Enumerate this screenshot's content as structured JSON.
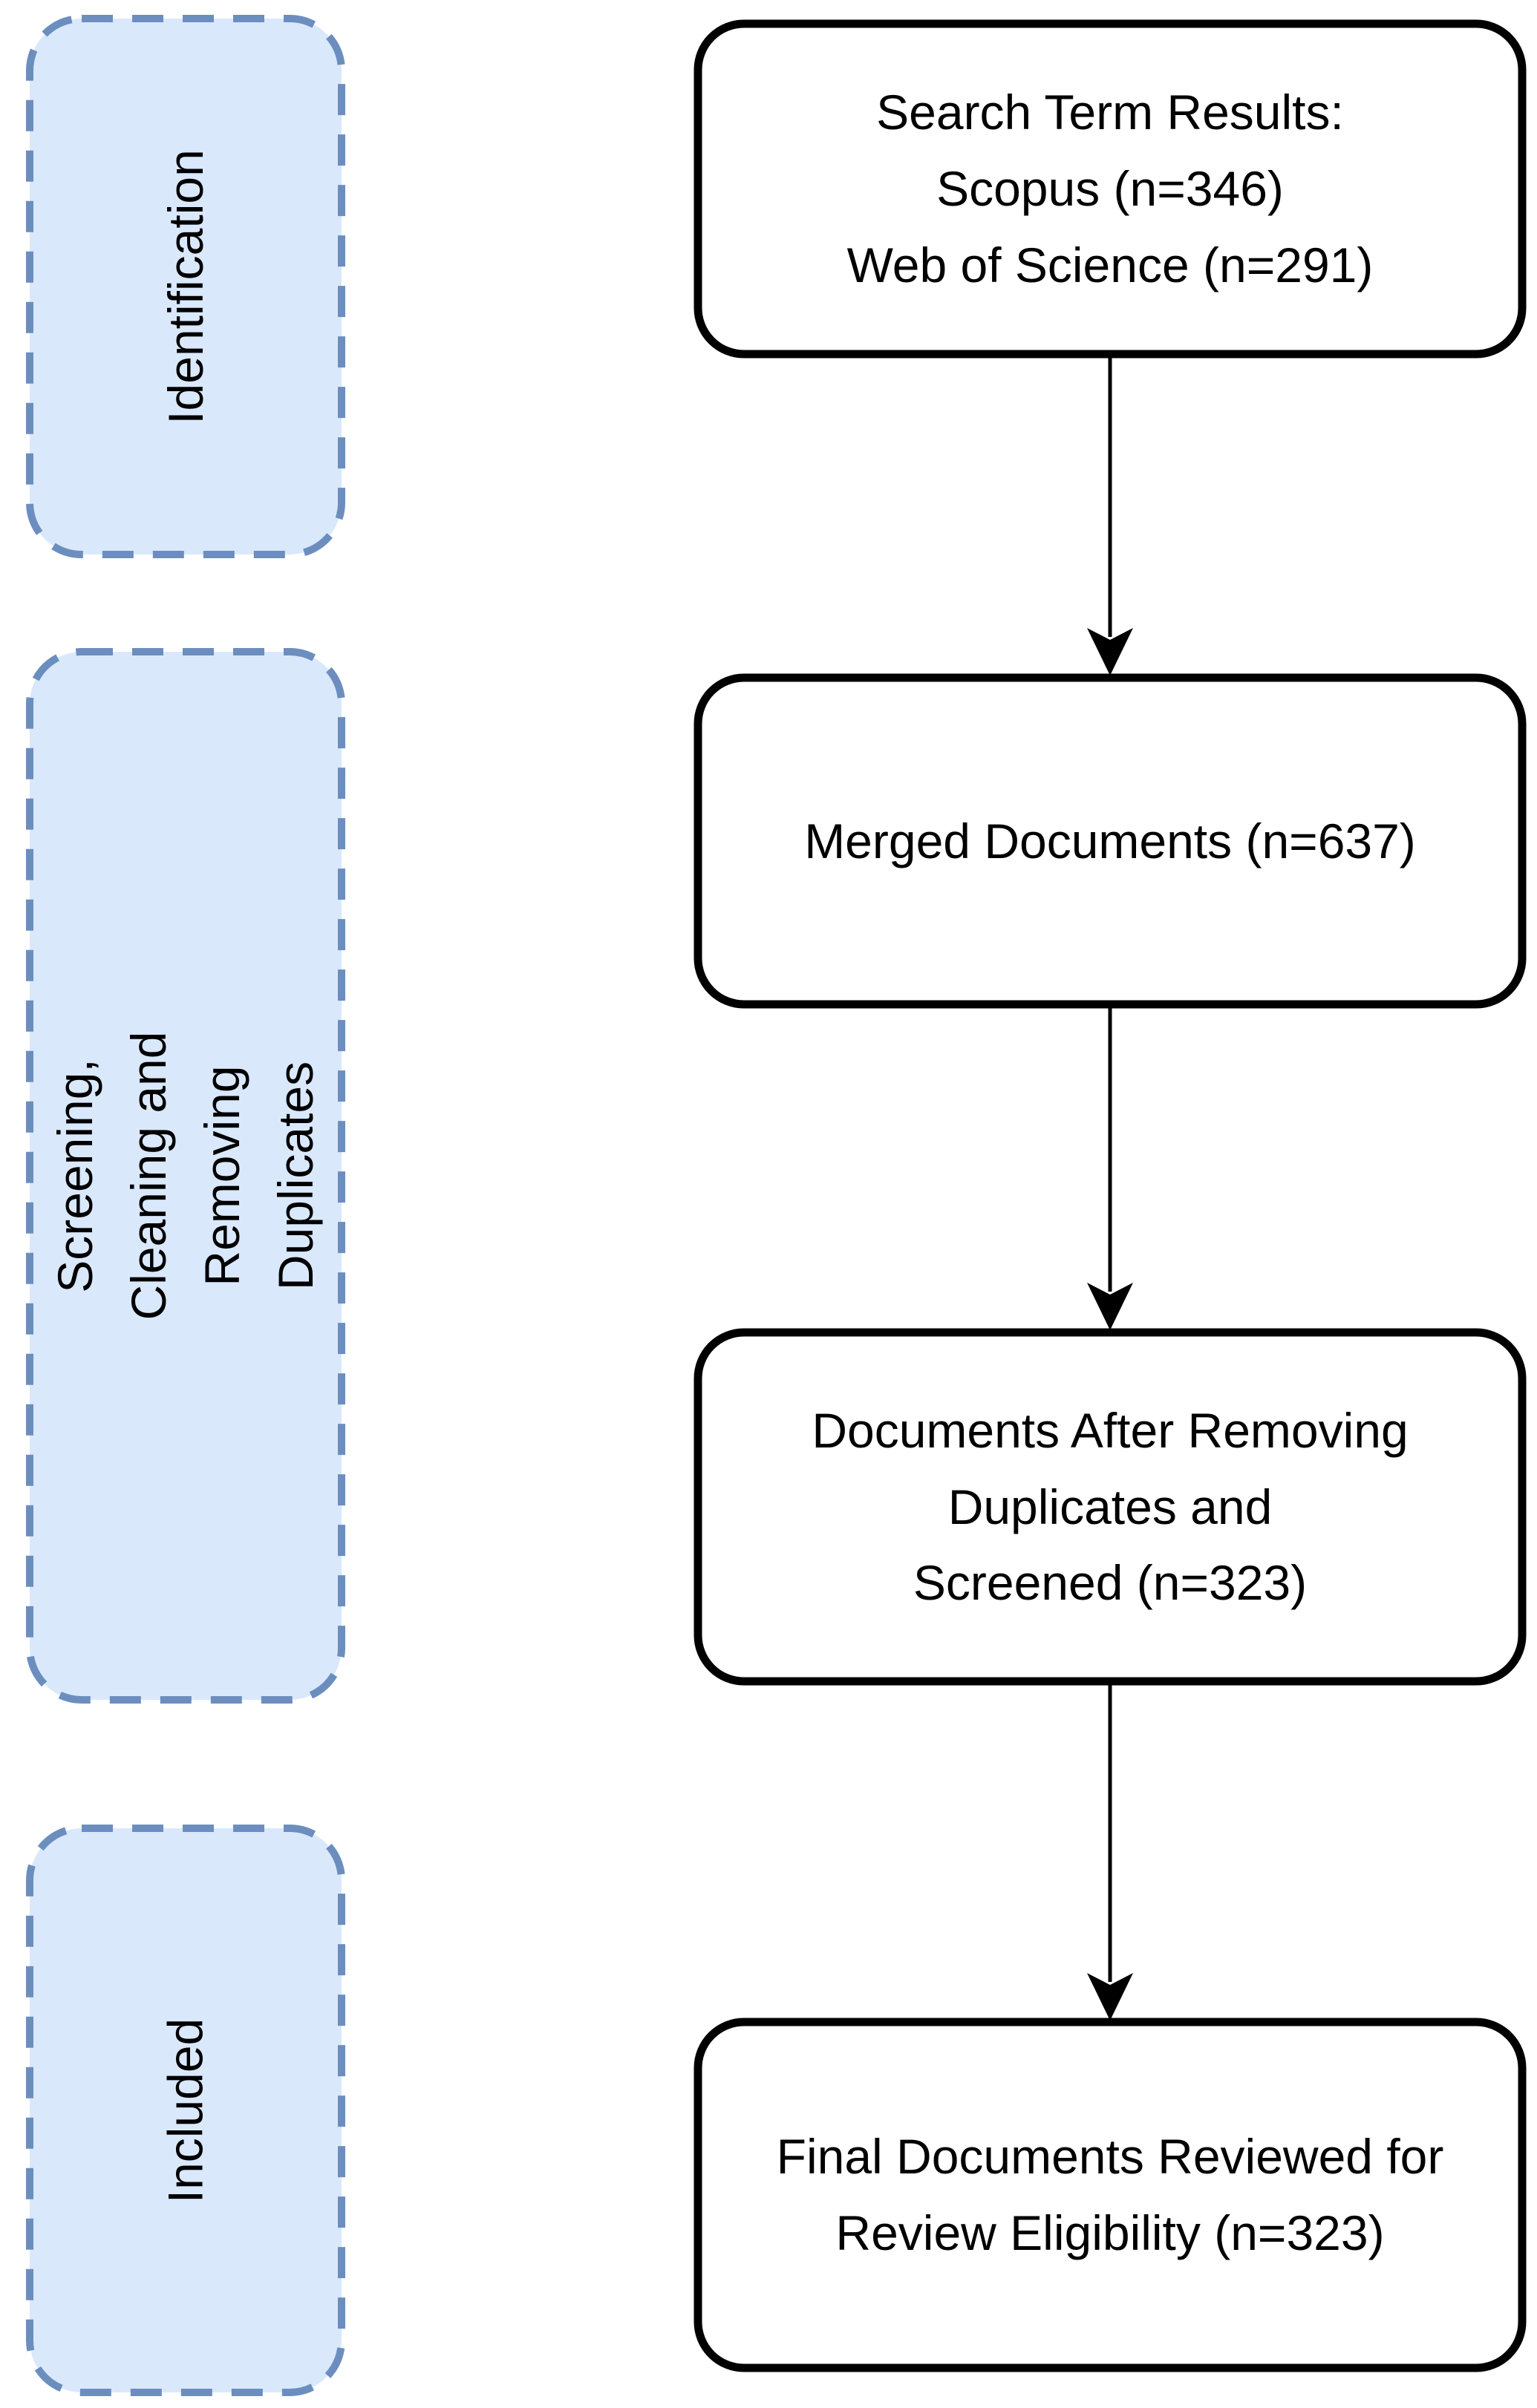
{
  "stages": [
    {
      "lines": [
        "Identification"
      ]
    },
    {
      "lines": [
        "Screening, Cleaning and Removing",
        "Duplicates"
      ]
    },
    {
      "lines": [
        "Included"
      ]
    }
  ],
  "nodes": [
    {
      "lines": [
        "Search Term Results:",
        "Scopus (n=346)",
        "Web of Science (n=291)"
      ]
    },
    {
      "lines": [
        "Merged Documents (n=637)"
      ]
    },
    {
      "lines": [
        "Documents After Removing",
        "Duplicates and",
        "Screened (n=323)"
      ]
    },
    {
      "lines": [
        "Final Documents Reviewed for",
        "Review Eligibility (n=323)"
      ]
    }
  ],
  "colors": {
    "stage_fill": "#dae8fc",
    "stage_stroke": "#6c8ebf",
    "node_fill": "#ffffff",
    "node_stroke": "#000000",
    "arrow_color": "#000000"
  }
}
